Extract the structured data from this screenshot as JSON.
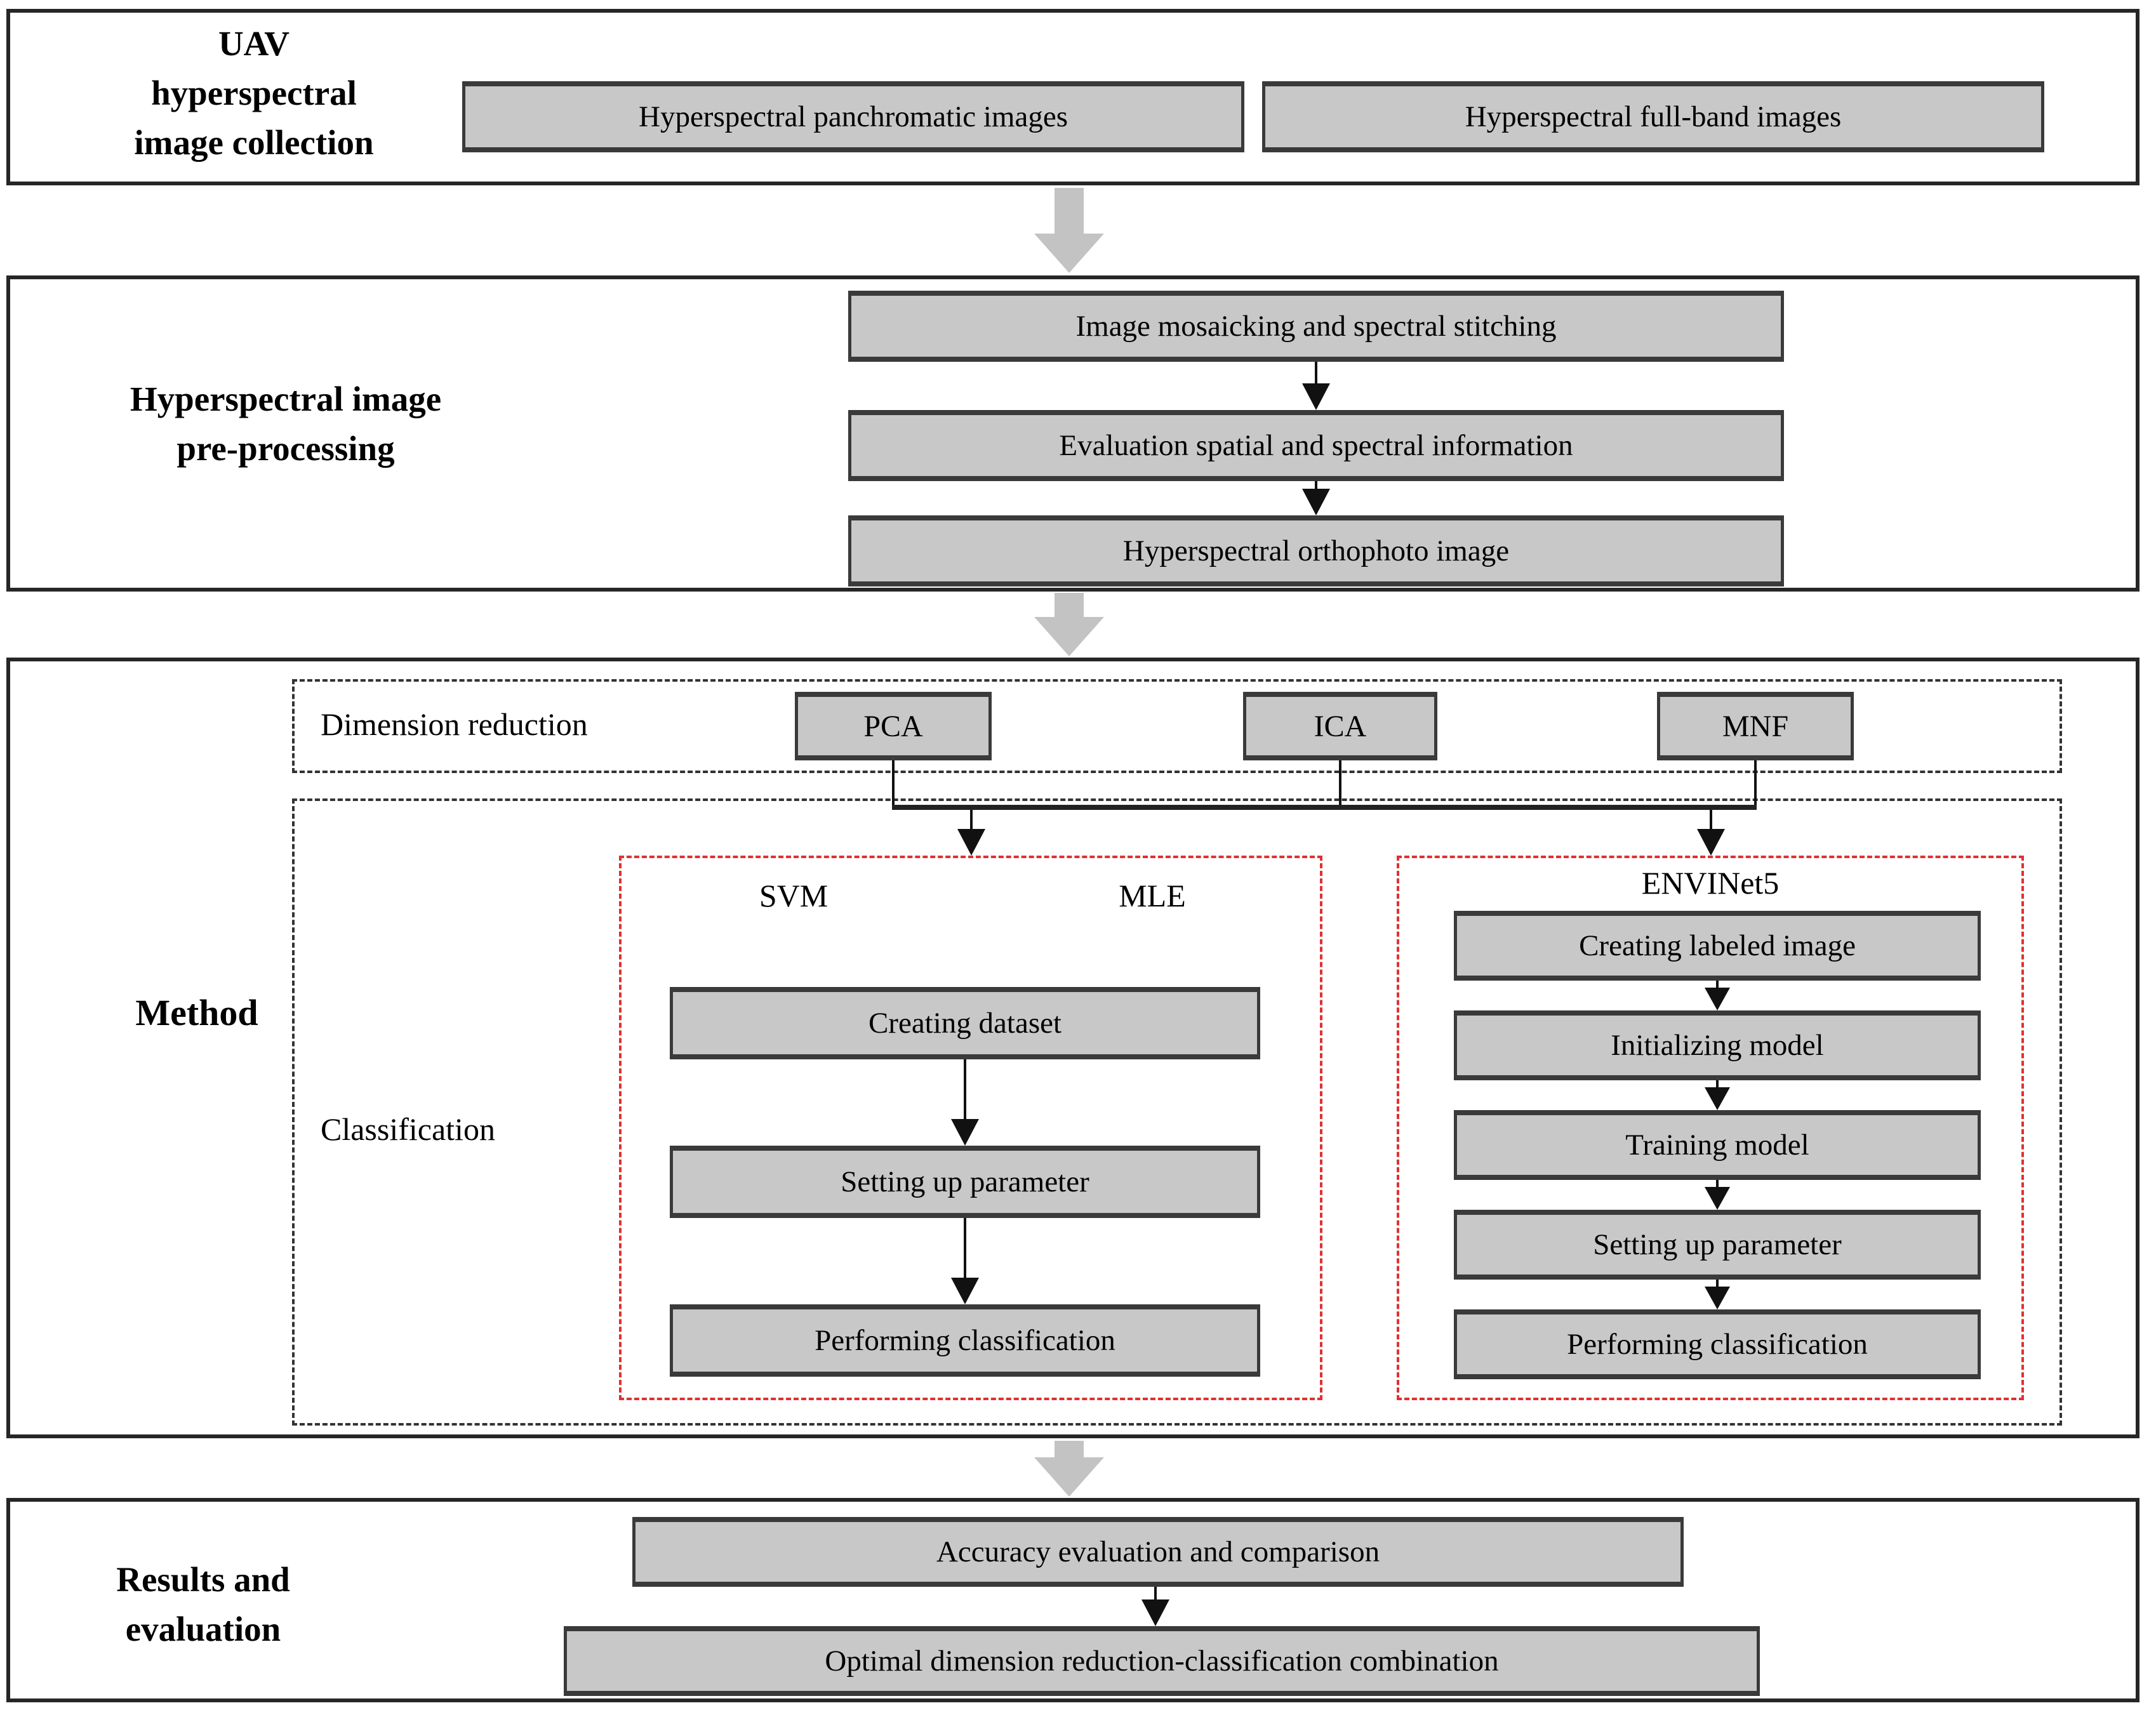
{
  "sections": {
    "collection": {
      "label_lines": [
        "UAV",
        "hyperspectral",
        "image collection"
      ],
      "boxes": [
        "Hyperspectral panchromatic images",
        "Hyperspectral full-band images"
      ]
    },
    "preprocessing": {
      "label_lines": [
        "Hyperspectral image",
        "pre-processing"
      ],
      "steps": [
        "Image mosaicking and spectral stitching",
        "Evaluation spatial and spectral information",
        "Hyperspectral orthophoto image"
      ]
    },
    "method": {
      "label": "Method",
      "dimension_reduction": {
        "label": "Dimension reduction",
        "boxes": [
          "PCA",
          "ICA",
          "MNF"
        ]
      },
      "classification": {
        "label": "Classification",
        "svm_mle": {
          "headers": [
            "SVM",
            "MLE"
          ],
          "steps": [
            "Creating dataset",
            "Setting up parameter",
            "Performing classification"
          ]
        },
        "envinet5": {
          "header": "ENVINet5",
          "steps": [
            "Creating labeled image",
            "Initializing model",
            "Training model",
            "Setting up parameter",
            "Performing classification"
          ]
        }
      }
    },
    "results": {
      "label_lines": [
        "Results and",
        "evaluation"
      ],
      "steps": [
        "Accuracy evaluation and comparison",
        "Optimal dimension reduction-classification combination"
      ]
    }
  },
  "colors": {
    "box_fill": "#c8c8c8",
    "box_border": "#3a3a3a",
    "section_border": "#262626",
    "dashed_black": "#333333",
    "dashed_red": "#e03131",
    "gray_arrow": "#c3c3c3",
    "connector": "#111111"
  }
}
